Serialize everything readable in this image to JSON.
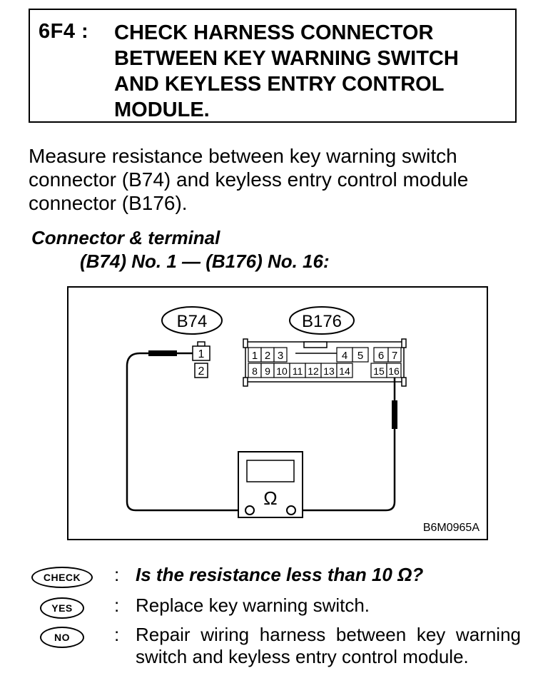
{
  "header": {
    "step_id": "6F4 :",
    "title": "CHECK HARNESS CONNECTOR\nBETWEEN KEY WARNING SWITCH\nAND KEYLESS ENTRY CONTROL\nMODULE."
  },
  "instruction": "Measure resistance between key warning switch\nconnector (B74) and keyless entry control module\nconnector (B176).",
  "connector_terminal": {
    "heading": "Connector & terminal",
    "value": "(B74) No. 1 — (B176) No. 16:"
  },
  "diagram": {
    "b74_label": "B74",
    "b176_label": "B176",
    "b74_pins": [
      "1",
      "2"
    ],
    "b176_top_pins": [
      "1",
      "2",
      "3",
      "4",
      "5",
      "6",
      "7"
    ],
    "b176_bottom_pins": [
      "8",
      "9",
      "10",
      "11",
      "12",
      "13",
      "14",
      "15",
      "16"
    ],
    "meter_symbol": "Ω",
    "ref_code": "B6M0965A"
  },
  "checks": {
    "check_badge": "CHECK",
    "question": "Is the resistance less than 10 Ω?",
    "yes_badge": "YES",
    "yes_action": "Replace key warning switch.",
    "no_badge": "NO",
    "no_action": "Repair wiring harness between key warning switch and keyless entry control module."
  }
}
